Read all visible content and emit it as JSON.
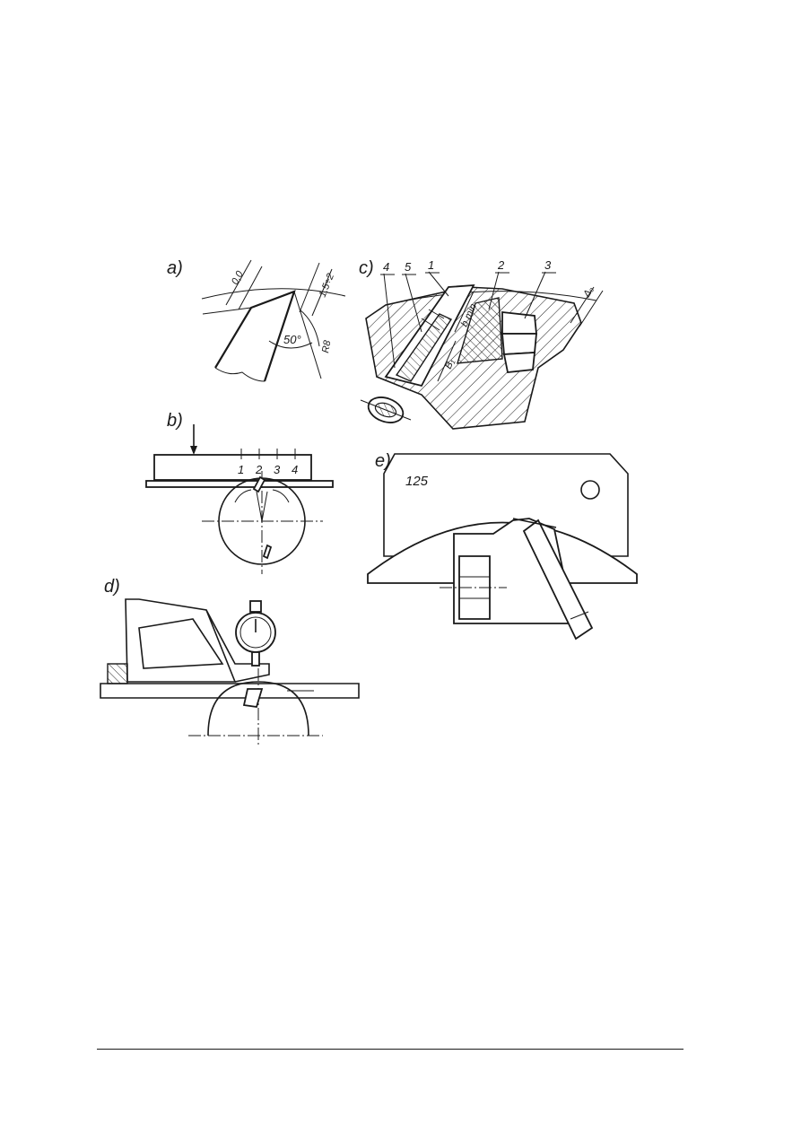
{
  "figure": {
    "panels": {
      "a": {
        "label": "a)",
        "dim_clearance": "0,0",
        "dim_edge": "1,5÷2",
        "angle": "50°",
        "radius": "R8"
      },
      "b": {
        "label": "b)",
        "positions": [
          "1",
          "2",
          "3",
          "4"
        ]
      },
      "c": {
        "label": "c)",
        "callouts": [
          "4",
          "5",
          "1",
          "2",
          "3"
        ],
        "dim_b_min": "b min",
        "dim_b1": "B₁",
        "dim_delta": "Δₒ"
      },
      "d": {
        "label": "d)"
      },
      "e": {
        "label": "e)",
        "template_number": "125"
      }
    }
  }
}
